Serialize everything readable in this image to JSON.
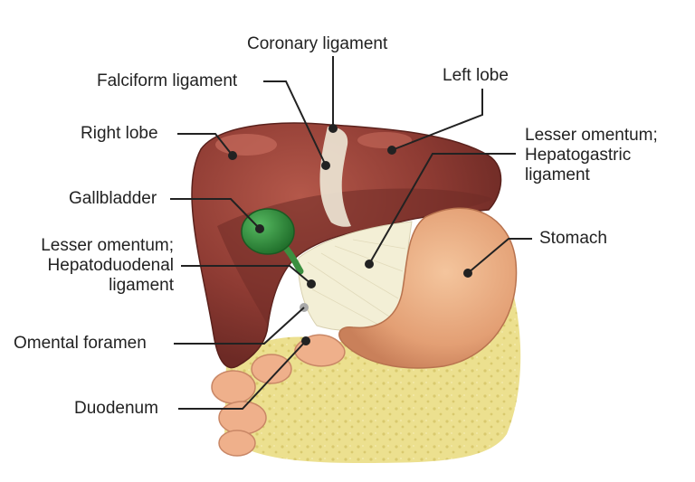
{
  "colors": {
    "liver": "#8e3b33",
    "liver_highlight": "#b85b4d",
    "gallbladder": "#2e8b3a",
    "stomach": "#e7a77c",
    "omentum": "#f3efd6",
    "fat": "#e9de93",
    "leader": "#222222"
  },
  "labels": {
    "coronary_ligament": "Coronary ligament",
    "falciform_ligament": "Falciform ligament",
    "left_lobe": "Left lobe",
    "right_lobe": "Right lobe",
    "lesser_omentum_hg": [
      "Lesser omentum;",
      "Hepatogastric",
      "ligament"
    ],
    "gallbladder": "Gallbladder",
    "stomach": "Stomach",
    "lesser_omentum_hd": [
      "Lesser omentum;",
      "Hepatoduodenal",
      "ligament"
    ],
    "omental_foramen": "Omental foramen",
    "duodenum": "Duodenum"
  }
}
